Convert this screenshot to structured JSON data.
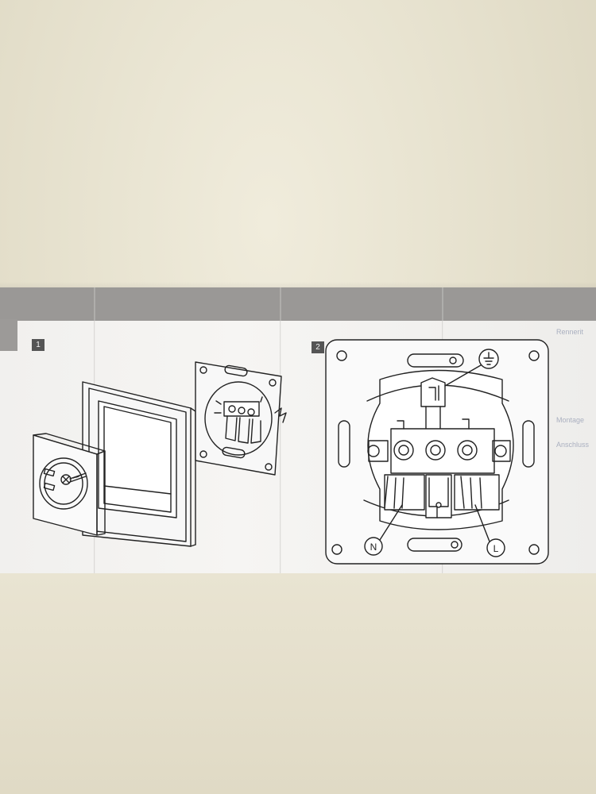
{
  "steps": {
    "one": "1",
    "two": "2"
  },
  "labels": {
    "neutral": "N",
    "live": "L",
    "earth_symbol": "⏚"
  },
  "bleed_through": [
    "Rennerit",
    "Montage",
    "Anschluss"
  ],
  "colors": {
    "wall": "#ece7d6",
    "paper": "#f4f3f1",
    "band": "#9a9896",
    "line": "#222222"
  }
}
